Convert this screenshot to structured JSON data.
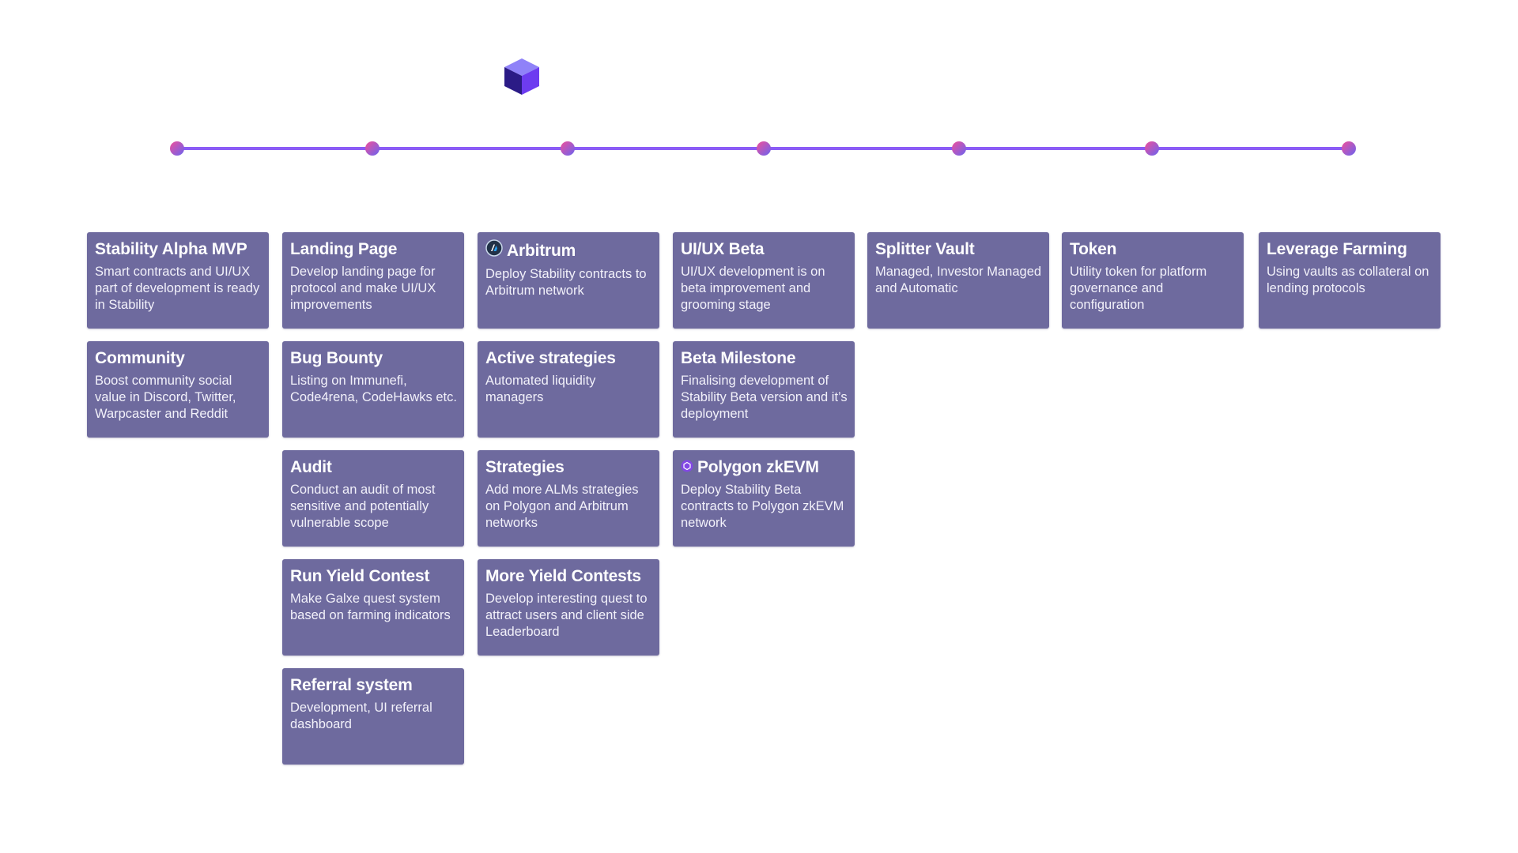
{
  "colors": {
    "card_bg": "#6e6a9e",
    "timeline_line": "#8b5cf6",
    "dot_gradient_start": "#ec4899",
    "dot_gradient_end": "#6366f1",
    "cube_top": "#7c6cf7",
    "cube_left": "#2e1d8c",
    "cube_right": "#6b3ff2"
  },
  "timeline": {
    "milestone_count": 7
  },
  "columns": [
    {
      "cards": [
        {
          "title": "Stability Alpha MVP",
          "desc": "Smart contracts and UI/UX part of development is ready in Stability",
          "icon": null
        },
        {
          "title": "Community",
          "desc": "Boost community social value in Discord, Twitter, Warpcaster and Reddit",
          "icon": null
        }
      ]
    },
    {
      "cards": [
        {
          "title": "Landing Page",
          "desc": "Develop landing page for protocol and make UI/UX improvements",
          "icon": null
        },
        {
          "title": "Bug Bounty",
          "desc": "Listing on Immunefi, Code4rena, CodeHawks etc.",
          "icon": null
        },
        {
          "title": "Audit",
          "desc": "Conduct an audit of most sensitive and potentially vulnerable scope",
          "icon": null
        },
        {
          "title": "Run Yield Contest",
          "desc": "Make Galxe quest system based on farming indicators",
          "icon": null
        },
        {
          "title": "Referral system",
          "desc": "Development, UI referral dashboard",
          "icon": null
        }
      ]
    },
    {
      "cards": [
        {
          "title": "Arbitrum",
          "desc": "Deploy Stability contracts to Arbitrum network",
          "icon": "arbitrum-logo-icon"
        },
        {
          "title": "Active strategies",
          "desc": "Automated liquidity managers",
          "icon": null
        },
        {
          "title": "Strategies",
          "desc": "Add more ALMs strategies on Polygon and Arbitrum networks",
          "icon": null
        },
        {
          "title": "More Yield Contests",
          "desc": "Develop interesting quest to attract users and client side Leaderboard",
          "icon": null
        }
      ]
    },
    {
      "cards": [
        {
          "title": "UI/UX Beta",
          "desc": "UI/UX development is on beta improvement and grooming stage",
          "icon": null
        },
        {
          "title": "Beta Milestone",
          "desc": "Finalising development of Stability Beta version and it’s deployment",
          "icon": null
        },
        {
          "title": "Polygon zkEVM",
          "desc": "Deploy Stability Beta contracts to Polygon zkEVM network",
          "icon": "polygon-logo-icon"
        }
      ]
    },
    {
      "cards": [
        {
          "title": "Splitter Vault",
          "desc": "Managed, Investor Managed and Automatic",
          "icon": null
        }
      ]
    },
    {
      "cards": [
        {
          "title": "Token",
          "desc": "Utility token for platform governance and configuration",
          "icon": null
        }
      ]
    },
    {
      "cards": [
        {
          "title": "Leverage Farming",
          "desc": "Using vaults as collateral on lending protocols",
          "icon": null
        }
      ]
    }
  ]
}
